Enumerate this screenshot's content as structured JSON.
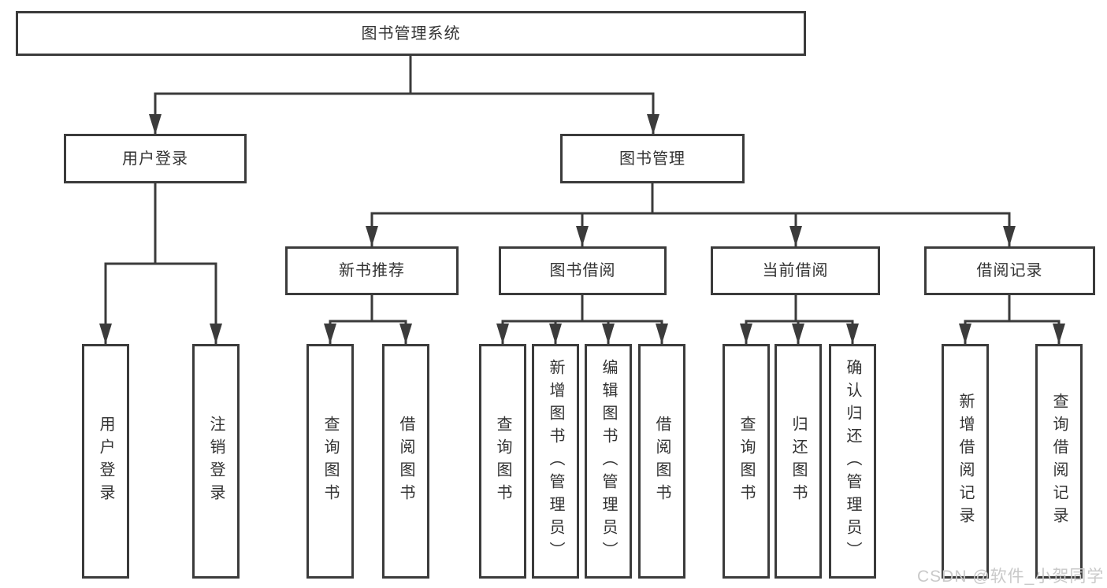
{
  "diagram_title": "图书管理系统",
  "tree": {
    "label": "图书管理系统",
    "children": [
      {
        "label": "用户登录",
        "children": [
          {
            "label": "用户登录"
          },
          {
            "label": "注销登录"
          }
        ]
      },
      {
        "label": "图书管理",
        "children": [
          {
            "label": "新书推荐",
            "children": [
              {
                "label": "查询图书"
              },
              {
                "label": "借阅图书"
              }
            ]
          },
          {
            "label": "图书借阅",
            "children": [
              {
                "label": "查询图书"
              },
              {
                "label": "新增图书（管理员）"
              },
              {
                "label": "编辑图书（管理员）"
              },
              {
                "label": "借阅图书"
              }
            ]
          },
          {
            "label": "当前借阅",
            "children": [
              {
                "label": "查询图书"
              },
              {
                "label": "归还图书"
              },
              {
                "label": "确认归还（管理员）"
              }
            ]
          },
          {
            "label": "借阅记录",
            "children": [
              {
                "label": "新增借阅记录"
              },
              {
                "label": "查询借阅记录"
              }
            ]
          }
        ]
      }
    ]
  },
  "watermark": {
    "text": "CSDN @软件_小贺同学"
  },
  "colors": {
    "line": "#3b3b3b",
    "box_border": "#3b3b3b",
    "text": "#333333",
    "background": "#ffffff",
    "watermark": "#c9c9c9"
  }
}
